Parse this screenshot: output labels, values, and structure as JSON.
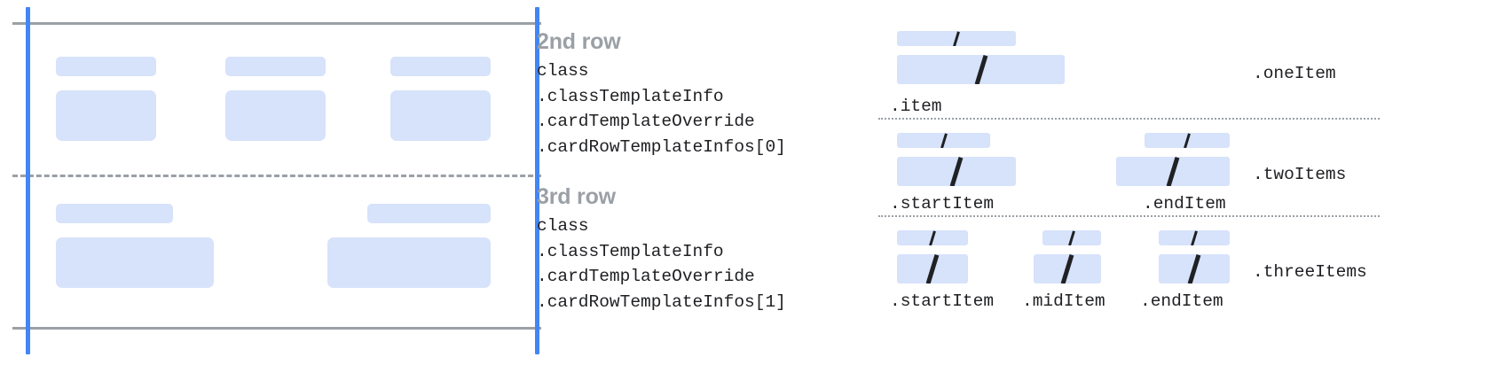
{
  "left_panel": {
    "name": "card-row-layout-preview",
    "guides": {
      "vertical_rule_color": "#4285F4",
      "horizontal_rule_color": "#9AA0A6",
      "divider_style": "dashed"
    },
    "rows": [
      {
        "name": "2nd row preview",
        "columns": [
          {
            "title_chip": "title",
            "content_chip": "content"
          },
          {
            "title_chip": "title",
            "content_chip": "content"
          },
          {
            "title_chip": "title",
            "content_chip": "content"
          }
        ]
      },
      {
        "name": "3rd row preview",
        "columns": [
          {
            "title_chip": "title",
            "content_chip": "content"
          },
          {
            "title_chip": "title",
            "content_chip": "content"
          }
        ]
      }
    ]
  },
  "descriptions": [
    {
      "heading": "2nd row",
      "path_lines": [
        "class",
        ".classTemplateInfo",
        ".cardTemplateOverride",
        ".cardRowTemplateInfos[0]"
      ]
    },
    {
      "heading": "3rd row",
      "path_lines": [
        "class",
        ".classTemplateInfo",
        ".cardTemplateOverride",
        ".cardRowTemplateInfos[1]"
      ]
    }
  ],
  "right_panel": {
    "name": "row-template-variants",
    "variants": [
      {
        "type_label": ".oneItem",
        "slots": [
          {
            "label": ".item",
            "glyph": "/"
          }
        ]
      },
      {
        "type_label": ".twoItems",
        "slots": [
          {
            "label": ".startItem",
            "glyph": "/"
          },
          {
            "label": ".endItem",
            "glyph": "/"
          }
        ]
      },
      {
        "type_label": ".threeItems",
        "slots": [
          {
            "label": ".startItem",
            "glyph": "/"
          },
          {
            "label": ".midItem",
            "glyph": "/"
          },
          {
            "label": ".endItem",
            "glyph": "/"
          }
        ]
      }
    ]
  },
  "colors": {
    "chip_fill": "#D7E2FB",
    "blue_guide": "#4285F4",
    "gray_rule": "#9AA0A6",
    "heading_gray": "#9AA0A6",
    "mono_text": "#202124"
  }
}
